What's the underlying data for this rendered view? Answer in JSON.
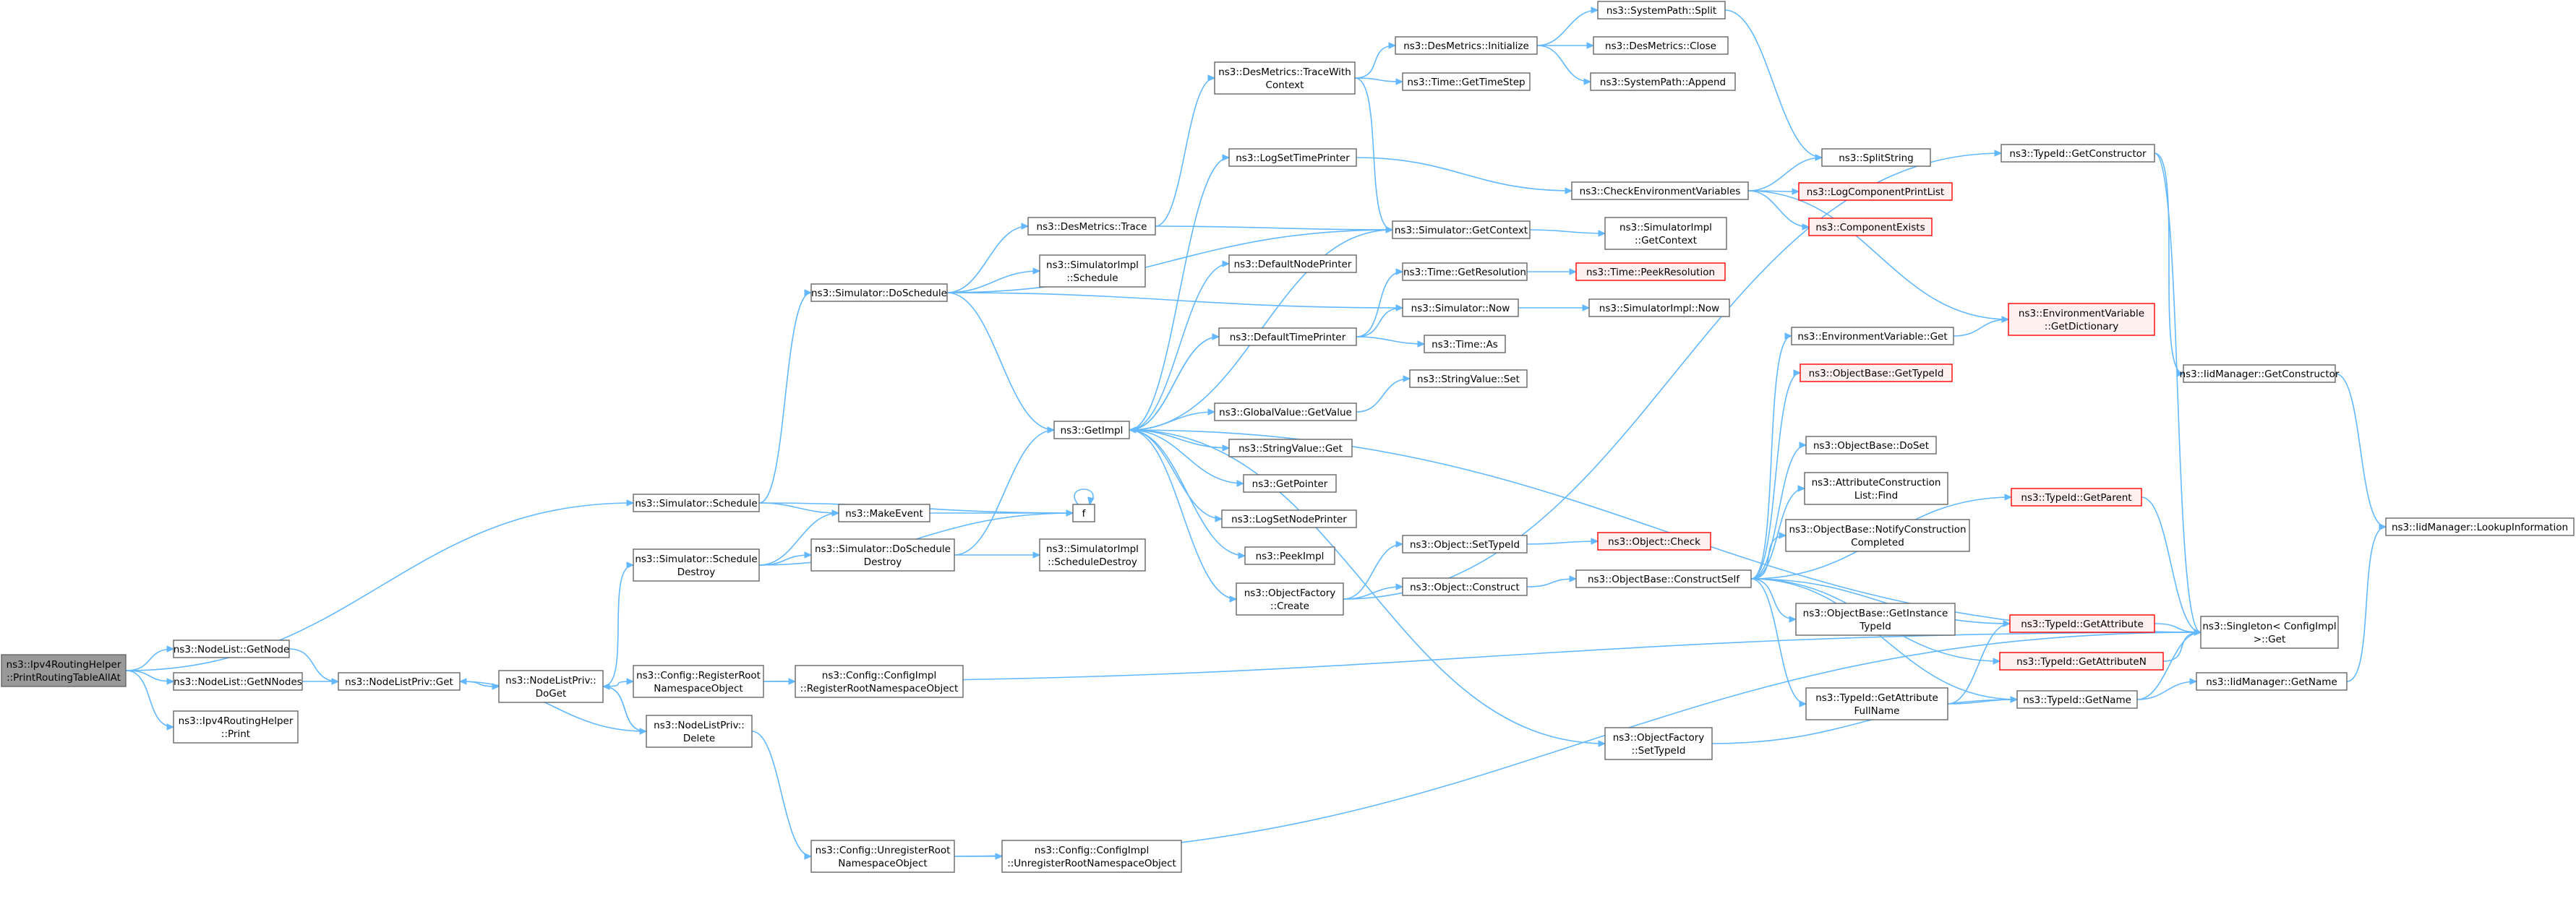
{
  "diagram": {
    "type": "call-graph",
    "colors": {
      "edge": "#63b8ff",
      "node_border": "#666666",
      "root_fill": "#999999",
      "missing_border": "#ff0000"
    },
    "nodes": [
      {
        "id": "root",
        "lines": [
          "ns3::Ipv4RoutingHelper",
          "::PrintRoutingTableAllAt"
        ],
        "style": "root"
      },
      {
        "id": "nl_getnode",
        "lines": [
          "ns3::NodeList::GetNode"
        ]
      },
      {
        "id": "nl_getnnodes",
        "lines": [
          "ns3::NodeList::GetNNodes"
        ]
      },
      {
        "id": "ipv4_print",
        "lines": [
          "ns3::Ipv4RoutingHelper",
          "::Print"
        ]
      },
      {
        "id": "sim_schedule",
        "lines": [
          "ns3::Simulator::Schedule"
        ]
      },
      {
        "id": "nlp_get",
        "lines": [
          "ns3::NodeListPriv::Get"
        ]
      },
      {
        "id": "nlp_doget",
        "lines": [
          "ns3::NodeListPriv::",
          "DoGet"
        ]
      },
      {
        "id": "sim_sched_destroy",
        "lines": [
          "ns3::Simulator::Schedule",
          "Destroy"
        ]
      },
      {
        "id": "cfg_register",
        "lines": [
          "ns3::Config::RegisterRoot",
          "NamespaceObject"
        ]
      },
      {
        "id": "nlp_delete",
        "lines": [
          "ns3::NodeListPriv::",
          "Delete"
        ]
      },
      {
        "id": "cfg_unregister",
        "lines": [
          "ns3::Config::UnregisterRoot",
          "NamespaceObject"
        ]
      },
      {
        "id": "sim_doschedule",
        "lines": [
          "ns3::Simulator::DoSchedule"
        ]
      },
      {
        "id": "makeevent",
        "lines": [
          "ns3::MakeEvent"
        ]
      },
      {
        "id": "sim_doschedule_destroy",
        "lines": [
          "ns3::Simulator::DoSchedule",
          "Destroy"
        ]
      },
      {
        "id": "f",
        "lines": [
          "f"
        ]
      },
      {
        "id": "cfgimpl_register",
        "lines": [
          "ns3::Config::ConfigImpl",
          "::RegisterRootNamespaceObject"
        ]
      },
      {
        "id": "cfgimpl_unregister",
        "lines": [
          "ns3::Config::ConfigImpl",
          "::UnregisterRootNamespaceObject"
        ]
      },
      {
        "id": "desmetrics_trace",
        "lines": [
          "ns3::DesMetrics::Trace"
        ]
      },
      {
        "id": "simimpl_schedule",
        "lines": [
          "ns3::SimulatorImpl",
          "::Schedule"
        ]
      },
      {
        "id": "getimpl",
        "lines": [
          "ns3::GetImpl"
        ]
      },
      {
        "id": "simimpl_sched_destroy",
        "lines": [
          "ns3::SimulatorImpl",
          "::ScheduleDestroy"
        ]
      },
      {
        "id": "desmetrics_tracewith",
        "lines": [
          "ns3::DesMetrics::TraceWith",
          "Context"
        ]
      },
      {
        "id": "logsettimeprinter",
        "lines": [
          "ns3::LogSetTimePrinter"
        ]
      },
      {
        "id": "defaultnodeprinter",
        "lines": [
          "ns3::DefaultNodePrinter"
        ]
      },
      {
        "id": "defaulttimeprinter",
        "lines": [
          "ns3::DefaultTimePrinter"
        ]
      },
      {
        "id": "globalvalue_getvalue",
        "lines": [
          "ns3::GlobalValue::GetValue"
        ]
      },
      {
        "id": "stringvalue_get",
        "lines": [
          "ns3::StringValue::Get"
        ]
      },
      {
        "id": "getpointer",
        "lines": [
          "ns3::GetPointer"
        ]
      },
      {
        "id": "logsetnodeprinter",
        "lines": [
          "ns3::LogSetNodePrinter"
        ]
      },
      {
        "id": "peekimpl",
        "lines": [
          "ns3::PeekImpl"
        ]
      },
      {
        "id": "objfactory_create",
        "lines": [
          "ns3::ObjectFactory",
          "::Create"
        ]
      },
      {
        "id": "desmetrics_initialize",
        "lines": [
          "ns3::DesMetrics::Initialize"
        ]
      },
      {
        "id": "time_gettimestep",
        "lines": [
          "ns3::Time::GetTimeStep"
        ]
      },
      {
        "id": "sim_getcontext",
        "lines": [
          "ns3::Simulator::GetContext"
        ]
      },
      {
        "id": "time_getresolution",
        "lines": [
          "ns3::Time::GetResolution"
        ]
      },
      {
        "id": "sim_now",
        "lines": [
          "ns3::Simulator::Now"
        ]
      },
      {
        "id": "time_as",
        "lines": [
          "ns3::Time::As"
        ]
      },
      {
        "id": "stringvalue_set",
        "lines": [
          "ns3::StringValue::Set"
        ]
      },
      {
        "id": "object_settypeid",
        "lines": [
          "ns3::Object::SetTypeId"
        ]
      },
      {
        "id": "object_construct",
        "lines": [
          "ns3::Object::Construct"
        ]
      },
      {
        "id": "systempath_split",
        "lines": [
          "ns3::SystemPath::Split"
        ]
      },
      {
        "id": "desmetrics_close",
        "lines": [
          "ns3::DesMetrics::Close"
        ]
      },
      {
        "id": "systempath_append",
        "lines": [
          "ns3::SystemPath::Append"
        ]
      },
      {
        "id": "checkenvvars",
        "lines": [
          "ns3::CheckEnvironmentVariables"
        ]
      },
      {
        "id": "simimpl_getcontext",
        "lines": [
          "ns3::SimulatorImpl",
          "::GetContext"
        ]
      },
      {
        "id": "time_peekresolution",
        "lines": [
          "ns3::Time::PeekResolution"
        ],
        "style": "red"
      },
      {
        "id": "simimpl_now",
        "lines": [
          "ns3::SimulatorImpl::Now"
        ]
      },
      {
        "id": "object_check",
        "lines": [
          "ns3::Object::Check"
        ],
        "style": "red"
      },
      {
        "id": "objbase_constructself",
        "lines": [
          "ns3::ObjectBase::ConstructSelf"
        ]
      },
      {
        "id": "objfactory_settypeid",
        "lines": [
          "ns3::ObjectFactory",
          "::SetTypeId"
        ]
      },
      {
        "id": "splitstring",
        "lines": [
          "ns3::SplitString"
        ]
      },
      {
        "id": "logcompprintlist",
        "lines": [
          "ns3::LogComponentPrintList"
        ],
        "style": "red"
      },
      {
        "id": "componentexists",
        "lines": [
          "ns3::ComponentExists"
        ],
        "style": "red"
      },
      {
        "id": "envvar_get",
        "lines": [
          "ns3::EnvironmentVariable::Get"
        ]
      },
      {
        "id": "objbase_gettypeid",
        "lines": [
          "ns3::ObjectBase::GetTypeId"
        ],
        "style": "red"
      },
      {
        "id": "objbase_doset",
        "lines": [
          "ns3::ObjectBase::DoSet"
        ]
      },
      {
        "id": "attrconstr_find",
        "lines": [
          "ns3::AttributeConstruction",
          "List::Find"
        ]
      },
      {
        "id": "objbase_notify",
        "lines": [
          "ns3::ObjectBase::NotifyConstruction",
          "Completed"
        ]
      },
      {
        "id": "objbase_getinstance",
        "lines": [
          "ns3::ObjectBase::GetInstance",
          "TypeId"
        ]
      },
      {
        "id": "typeid_getattrfull",
        "lines": [
          "ns3::TypeId::GetAttribute",
          "FullName"
        ]
      },
      {
        "id": "envvar_getdict",
        "lines": [
          "ns3::EnvironmentVariable",
          "::GetDictionary"
        ],
        "style": "red"
      },
      {
        "id": "typeid_getparent",
        "lines": [
          "ns3::TypeId::GetParent"
        ],
        "style": "red"
      },
      {
        "id": "typeid_getattribute",
        "lines": [
          "ns3::TypeId::GetAttribute"
        ],
        "style": "red"
      },
      {
        "id": "typeid_getattributen",
        "lines": [
          "ns3::TypeId::GetAttributeN"
        ],
        "style": "red"
      },
      {
        "id": "typeid_getname",
        "lines": [
          "ns3::TypeId::GetName"
        ]
      },
      {
        "id": "typeid_getconstructor",
        "lines": [
          "ns3::TypeId::GetConstructor"
        ]
      },
      {
        "id": "iidmgr_getconstructor",
        "lines": [
          "ns3::IidManager::GetConstructor"
        ]
      },
      {
        "id": "singleton_get",
        "lines": [
          "ns3::Singleton< ConfigImpl",
          " >::Get"
        ]
      },
      {
        "id": "iidmgr_getname",
        "lines": [
          "ns3::IidManager::GetName"
        ]
      },
      {
        "id": "iidmgr_lookup",
        "lines": [
          "ns3::IidManager::LookupInformation"
        ]
      }
    ]
  }
}
